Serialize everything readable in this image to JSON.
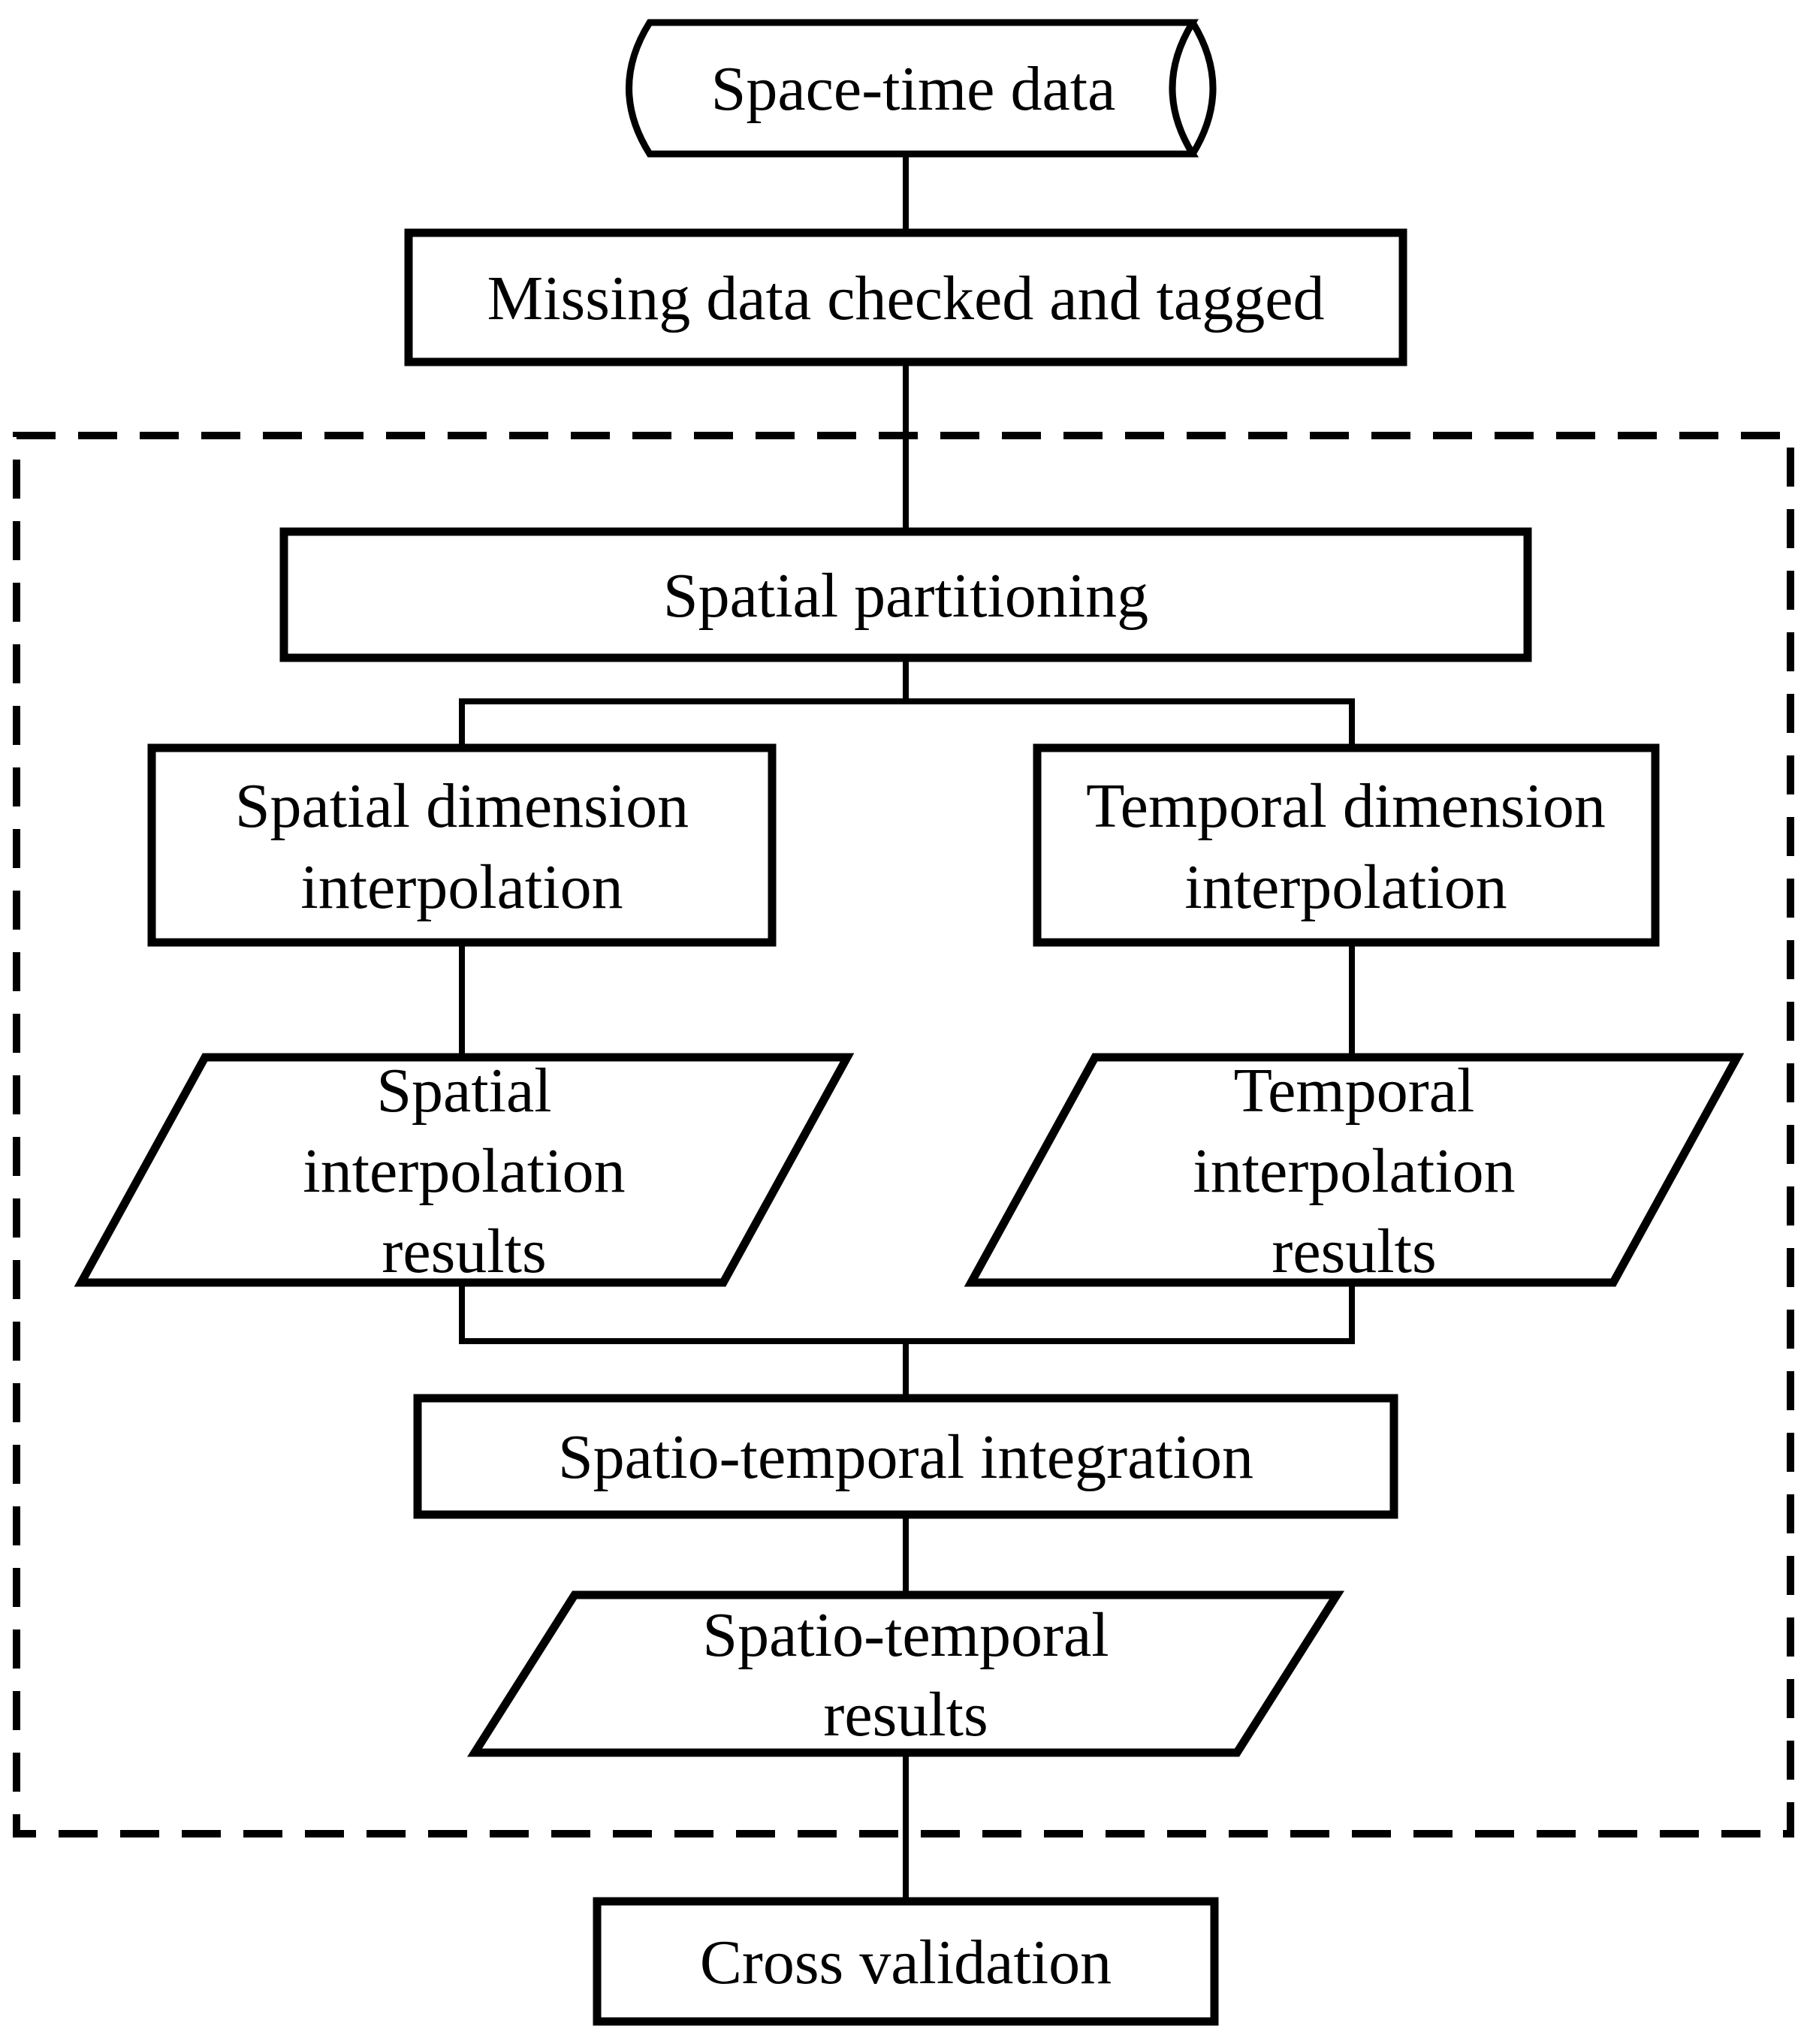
{
  "diagram": {
    "type": "flowchart",
    "colors": {
      "background": "#ffffff",
      "stroke": "#000000",
      "text": "#000000"
    },
    "nodes": {
      "space_time_data": {
        "shape": "cylinder",
        "label": "Space-time data"
      },
      "missing_data": {
        "shape": "process",
        "label": "Missing data checked and tagged"
      },
      "spatial_partitioning": {
        "shape": "process",
        "label": "Spatial partitioning"
      },
      "spatial_dimension_interpolation": {
        "shape": "process",
        "lines": [
          "Spatial dimension",
          "interpolation"
        ]
      },
      "temporal_dimension_interpolation": {
        "shape": "process",
        "lines": [
          "Temporal dimension",
          "interpolation"
        ]
      },
      "spatial_interpolation_results": {
        "shape": "data-parallelogram",
        "lines": [
          "Spatial",
          "interpolation",
          "results"
        ]
      },
      "temporal_interpolation_results": {
        "shape": "data-parallelogram",
        "lines": [
          "Temporal",
          "interpolation",
          "results"
        ]
      },
      "spatio_temporal_integration": {
        "shape": "process",
        "label": "Spatio-temporal integration"
      },
      "spatio_temporal_results": {
        "shape": "data-parallelogram",
        "lines": [
          "Spatio-temporal",
          "results"
        ]
      },
      "cross_validation": {
        "shape": "process",
        "label": "Cross validation"
      }
    },
    "edges": [
      {
        "from": "space_time_data",
        "to": "missing_data"
      },
      {
        "from": "missing_data",
        "to": "spatial_partitioning"
      },
      {
        "from": "spatial_partitioning",
        "to": "spatial_dimension_interpolation"
      },
      {
        "from": "spatial_partitioning",
        "to": "temporal_dimension_interpolation"
      },
      {
        "from": "spatial_dimension_interpolation",
        "to": "spatial_interpolation_results"
      },
      {
        "from": "temporal_dimension_interpolation",
        "to": "temporal_interpolation_results"
      },
      {
        "from": "spatial_interpolation_results",
        "to": "spatio_temporal_integration"
      },
      {
        "from": "temporal_interpolation_results",
        "to": "spatio_temporal_integration"
      },
      {
        "from": "spatio_temporal_integration",
        "to": "spatio_temporal_results"
      },
      {
        "from": "spatio_temporal_results",
        "to": "cross_validation"
      }
    ]
  }
}
